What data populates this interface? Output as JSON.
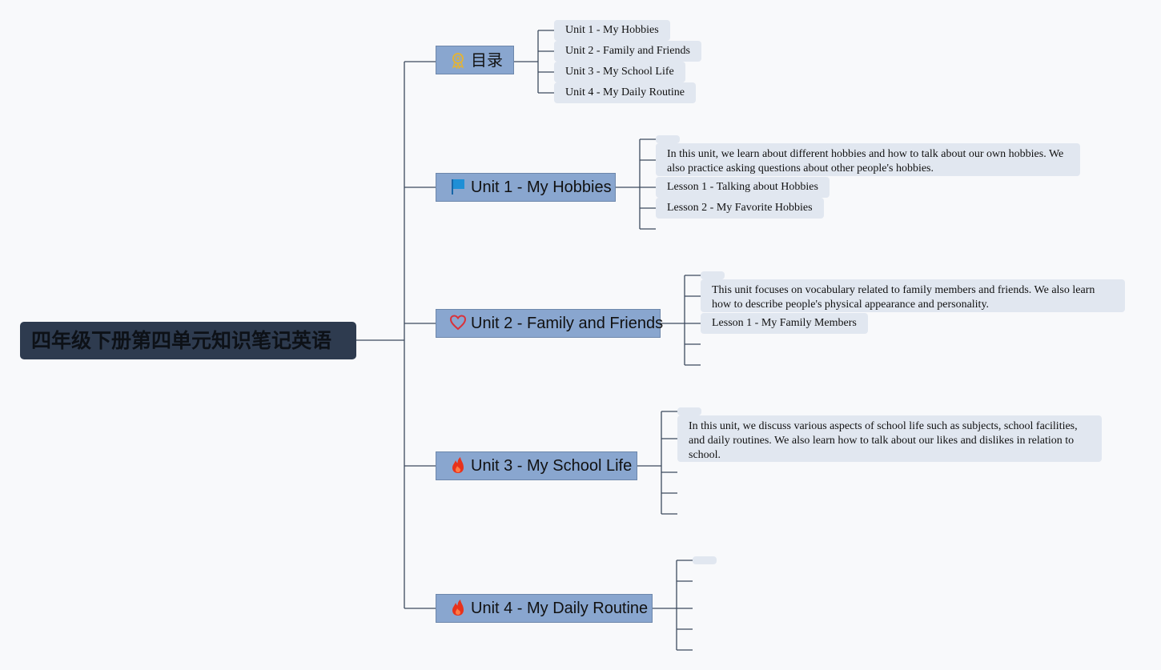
{
  "root": {
    "title": "四年级下册第四单元知识笔记英语"
  },
  "toc": {
    "title": "目录",
    "icon": "award-medal-icon",
    "items": [
      "Unit 1 - My Hobbies",
      "Unit 2 - Family and Friends",
      "Unit 3 - My School Life",
      "Unit 4 - My Daily Routine"
    ]
  },
  "unit1": {
    "title": "Unit 1 - My Hobbies",
    "icon": "blue-flag-icon",
    "summary": "In this unit, we learn about different hobbies and how to talk about our own hobbies. We also practice asking questions about other people's hobbies.",
    "lessons": [
      "Lesson 1 - Talking about Hobbies",
      "Lesson 2 - My Favorite Hobbies"
    ]
  },
  "unit2": {
    "title": "Unit 2 - Family and Friends",
    "icon": "heart-outline-icon",
    "summary": "This unit focuses on vocabulary related to family members and friends. We also learn how to describe people's physical appearance and personality.",
    "lessons": [
      "Lesson 1 - My Family Members"
    ]
  },
  "unit3": {
    "title": "Unit 3 - My School Life",
    "icon": "fire-icon",
    "summary": "In this unit, we discuss various aspects of school life such as subjects, school facilities, and daily routines. We also learn how to talk about our likes and dislikes in relation to school."
  },
  "unit4": {
    "title": "Unit 4 - My Daily Routine",
    "icon": "fire-icon"
  },
  "colors": {
    "background": "#f8f9fb",
    "root_fill": "#2e3b4f",
    "branch_fill": "#89a6cf",
    "leaf_fill": "#e1e7f0",
    "connector": "#3c4a5e",
    "fire": "#e8321b",
    "heart": "#d9323a",
    "flag": "#1f8fd6",
    "medal": "#e0b33a"
  }
}
